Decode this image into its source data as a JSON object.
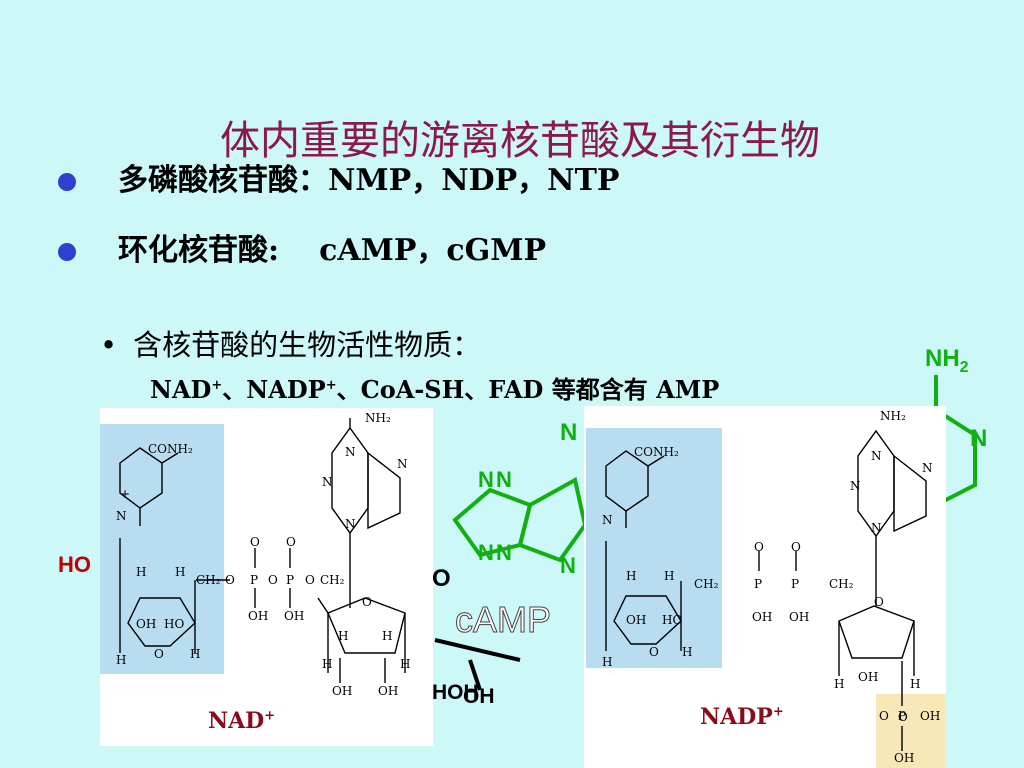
{
  "title": "体内重要的游离核苷酸及其衍生物",
  "bullets": [
    {
      "label": "多磷酸核苷酸：",
      "value": "NMP，NDP，NTP"
    },
    {
      "label": "环化核苷酸:",
      "value": "cAMP，cGMP"
    }
  ],
  "sub_bullet": {
    "label": "含核苷酸的生物活性物质：",
    "line": {
      "nad": "NAD",
      "nadp": "NADP",
      "sup": "+",
      "sep": "、",
      "rest": "、CoA-SH、FAD  等都含有 AMP"
    }
  },
  "structures": {
    "camp": {
      "label": "cAMP",
      "nh2": "NH",
      "nh2_sub": "2",
      "n": "N",
      "ho": "HO",
      "oh": "OH",
      "o": "O",
      "hoh": "HOH"
    },
    "nad": {
      "name": "NAD",
      "sup": "+",
      "conh2": "CONH₂",
      "nh2": "NH₂",
      "n": "N",
      "nplus": "+",
      "h": "H",
      "oh": "OH",
      "ho": "HO",
      "o": "O",
      "ch2": "CH₂",
      "p": "P",
      "o_link": "O"
    },
    "nadp": {
      "name": "NADP",
      "sup": "+",
      "conh2": "CONH₂",
      "nh2": "NH₂",
      "n": "N",
      "h": "H",
      "oh": "OH",
      "ho": "HO",
      "o": "O",
      "ch2": "CH₂",
      "p": "P"
    }
  },
  "colors": {
    "background": "#ccf8f8",
    "title": "#8b1a4a",
    "bullet_dot": "#2f3fd0",
    "green": "#10b010",
    "ho_red": "#c00000",
    "label_red": "#8b0a1a",
    "panel_blue": "#b8dcf0",
    "panel_gold": "#f8e8b8"
  }
}
